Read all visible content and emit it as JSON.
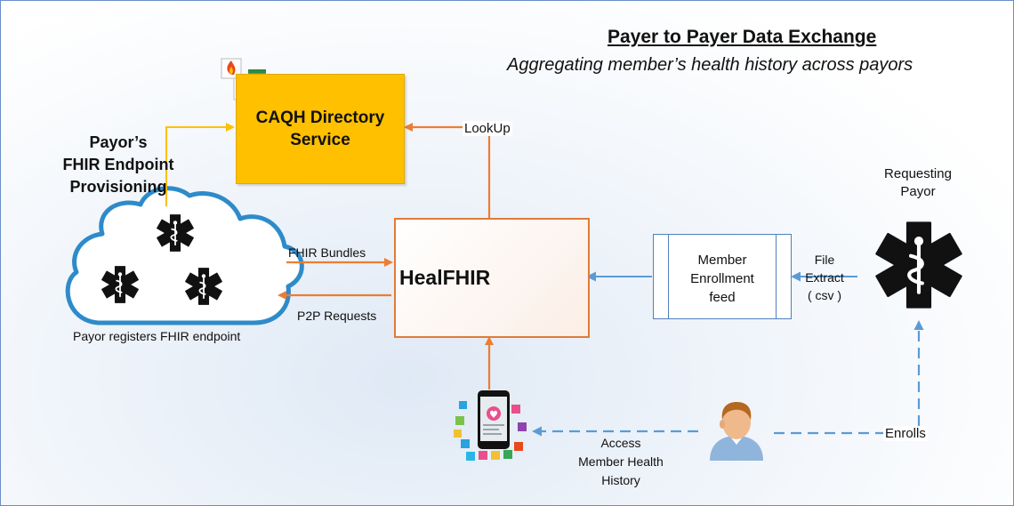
{
  "title": "Payer to Payer Data Exchange",
  "subtitle": "Aggregating member’s health history across payors",
  "nodes": {
    "caqh": "CAQH Directory\nService",
    "healfhir": "HealFHIR",
    "enrollment_feed": "Member\nEnrollment\nfeed",
    "requesting_payor": "Requesting\nPayor",
    "payor_provisioning": "Payor’s\nFHIR Endpoint\nProvisioning",
    "cloud_caption": "Payor registers FHIR endpoint"
  },
  "edges": {
    "lookup": "LookUp",
    "fhir_bundles": "FHIR Bundles",
    "p2p_requests": "P2P Requests",
    "file_extract": "File\nExtract\n( csv )",
    "access_history": "Access\nMember Health\nHistory",
    "enrolls": "Enrolls"
  },
  "colors": {
    "orange": "#ed7d31",
    "yellow": "#ffc000",
    "blue": "#5b9bd5",
    "dark_blue": "#1f5fa8"
  }
}
